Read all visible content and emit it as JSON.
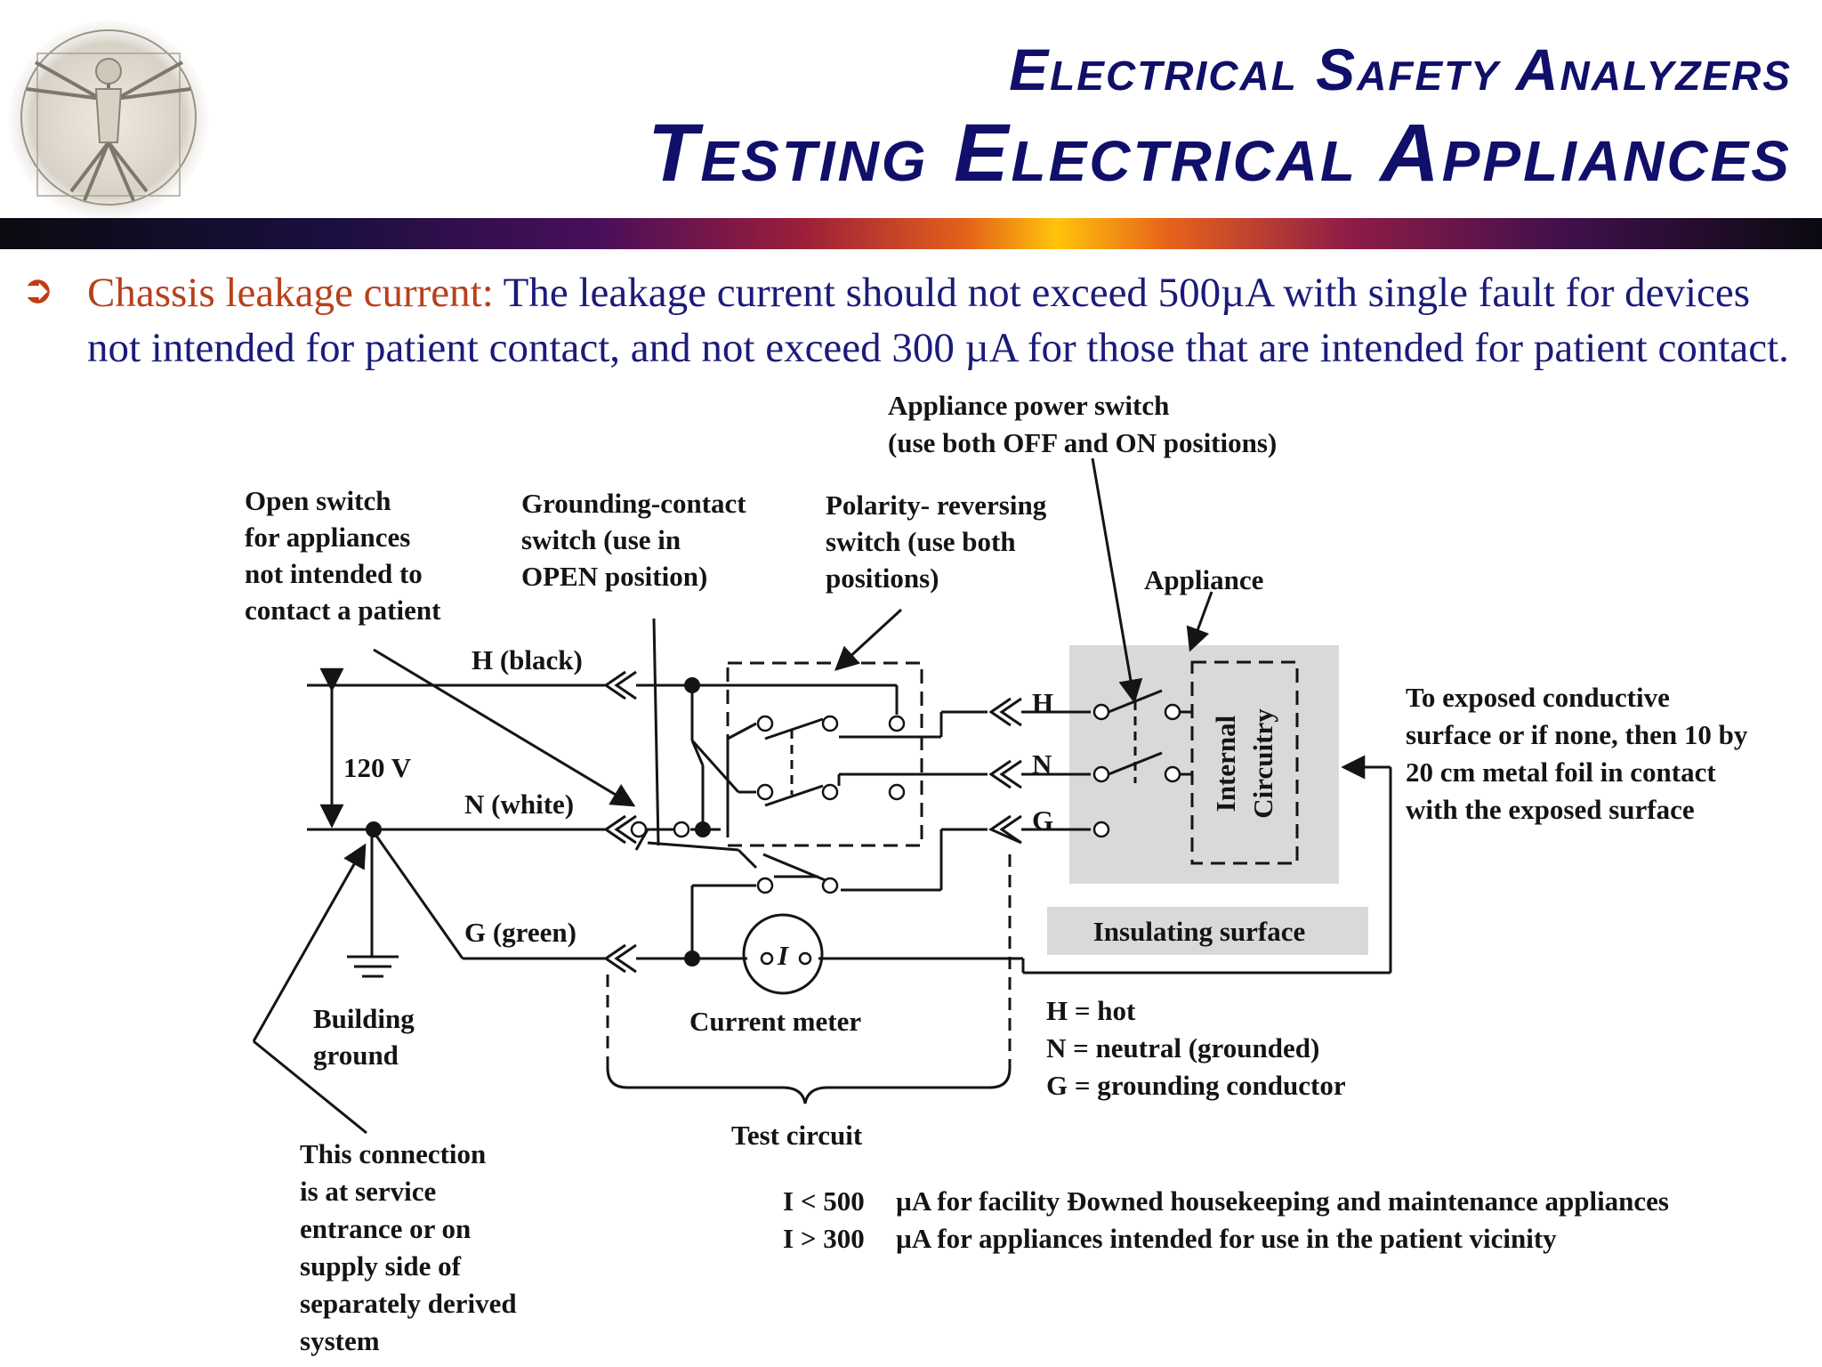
{
  "header": {
    "title_line1": "Electrical Safety Analyzers",
    "title_line2": "Testing Electrical Appliances"
  },
  "bullet": {
    "lead": "Chassis leakage current:",
    "text": " The leakage current should not exceed 500µA with single fault for devices not intended for patient contact, and not exceed 300 µA for those that are intended for patient contact."
  },
  "diagram": {
    "label_power_switch_1": "Appliance power switch",
    "label_power_switch_2": "(use both OFF and ON positions)",
    "label_open_switch": [
      "Open switch",
      "for appliances",
      "not intended to",
      "contact a patient"
    ],
    "label_grounding_contact": [
      "Grounding-contact",
      "switch (use in",
      "OPEN position)"
    ],
    "label_polarity": [
      "Polarity- reversing",
      "switch (use both",
      "positions)"
    ],
    "label_appliance": "Appliance",
    "label_h_black": "H (black)",
    "label_n_white": "N (white)",
    "label_g_green": "G (green)",
    "label_voltage": "120 V",
    "label_h": "H",
    "label_n": "N",
    "label_g": "G",
    "label_internal": "Internal",
    "label_circuitry": "Circuitry",
    "label_exposed": [
      "To exposed conductive",
      "surface or if none, then 10 by",
      "20 cm metal foil in contact",
      "with the exposed surface"
    ],
    "label_insulating": "Insulating surface",
    "label_meter_symbol": "I",
    "label_current_meter": "Current meter",
    "label_building_ground": [
      "Building",
      "ground"
    ],
    "legend": [
      "H = hot",
      "N = neutral (grounded)",
      "G = grounding conductor"
    ],
    "label_test_circuit": "Test circuit",
    "label_connection": [
      "This connection",
      "is at service",
      "entrance or on",
      "supply side of",
      "separately derived",
      "system"
    ],
    "limit1_lhs": "I < 500",
    "limit1_rhs": "µA for facility  Ðowned housekeeping and maintenance appliances",
    "limit2_lhs": "I > 300",
    "limit2_rhs": "µA for appliances intended for use in the patient vicinity"
  }
}
